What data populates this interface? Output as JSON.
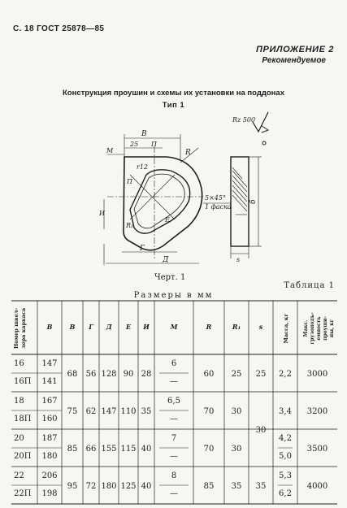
{
  "header": {
    "page_ref": "С. 18 ГОСТ 25878—85",
    "appendix": "ПРИЛОЖЕНИЕ 2",
    "recommended": "Рекомендуемое"
  },
  "title": "Конструкция проушин и схемы их установки на поддонах",
  "subtitle": "Тип 1",
  "drawing": {
    "roughness": "Rz 500",
    "labels": {
      "B": "В",
      "n25": "25",
      "P": "П",
      "M": "М",
      "R": "R",
      "r12": "r12",
      "P2": "П",
      "E": "Е",
      "I": "И",
      "R1": "R₁",
      "G": "Г",
      "D": "Д",
      "b": "б",
      "s": "s",
      "chamfer1": "5×45°",
      "chamfer2": "1 фаска"
    }
  },
  "figure_caption": "Черт. 1",
  "table_number": "Таблица 1",
  "table_caption": "Размеры в мм",
  "table": {
    "headers": [
      "Номер швел-лера каркаса",
      "В",
      "В",
      "Г",
      "Д",
      "Е",
      "И",
      "М",
      "R",
      "R₁",
      "s",
      "Масса, кг",
      "Макс. грузоподъ-емность проуши-ны, кг"
    ],
    "groups": [
      {
        "rows": [
          [
            "16",
            "147"
          ],
          [
            "16П",
            "141"
          ]
        ],
        "B": "68",
        "G": "56",
        "D": "128",
        "E": "90",
        "I": "28",
        "M": [
          "6",
          "—"
        ],
        "R": "60",
        "R1": "25",
        "s": "25",
        "mass": [
          "2,2"
        ],
        "cap": "3000"
      },
      {
        "rows": [
          [
            "18",
            "167"
          ],
          [
            "18П",
            "160"
          ]
        ],
        "B": "75",
        "G": "62",
        "D": "147",
        "E": "110",
        "I": "35",
        "M": [
          "6,5",
          "—"
        ],
        "R": "70",
        "R1": "30",
        "s": "30",
        "mass": [
          "3,4"
        ],
        "cap": "3200"
      },
      {
        "rows": [
          [
            "20",
            "187"
          ],
          [
            "20П",
            "180"
          ]
        ],
        "B": "85",
        "G": "66",
        "D": "155",
        "E": "115",
        "I": "40",
        "M": [
          "7",
          "—"
        ],
        "R": "70",
        "R1": "30",
        "s": "",
        "mass": [
          "4,2",
          "5,0"
        ],
        "cap": "3500"
      },
      {
        "rows": [
          [
            "22",
            "206"
          ],
          [
            "22П",
            "198"
          ]
        ],
        "B": "95",
        "G": "72",
        "D": "180",
        "E": "125",
        "I": "40",
        "M": [
          "8",
          "—"
        ],
        "R": "85",
        "R1": "35",
        "s": "35",
        "mass": [
          "5,3",
          "6,2"
        ],
        "cap": "4000"
      }
    ]
  }
}
